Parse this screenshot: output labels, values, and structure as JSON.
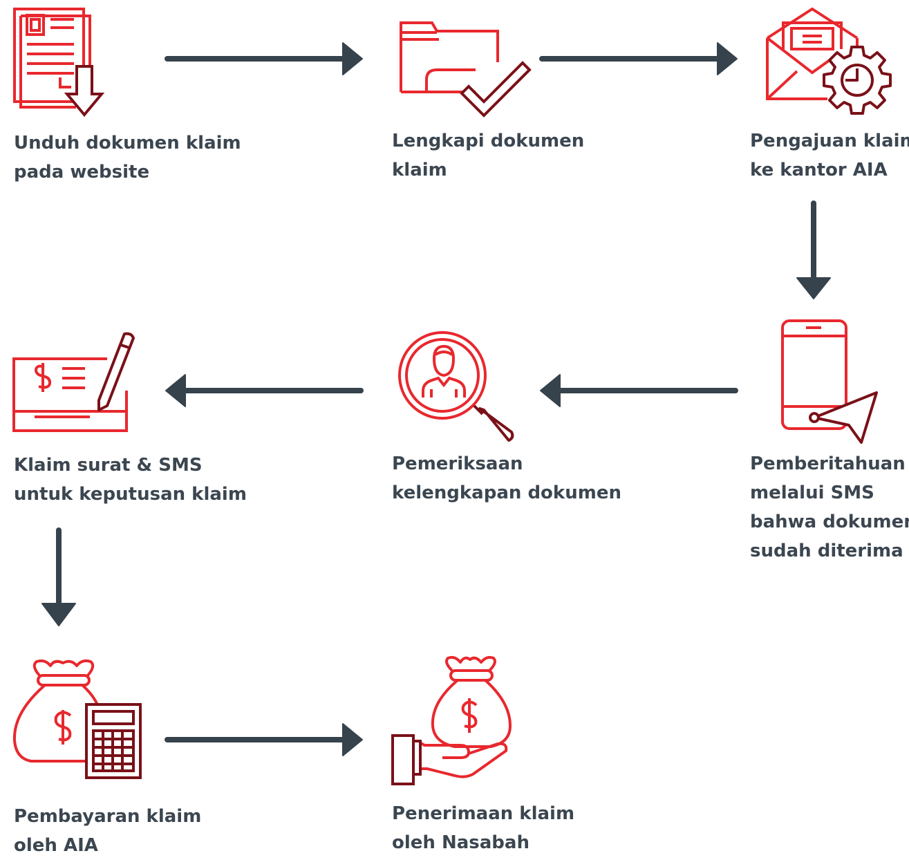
{
  "colors": {
    "red": "#e8282e",
    "dark_red": "#7a1018",
    "arrow": "#36424c",
    "text": "#3b4650"
  },
  "steps": [
    {
      "icon": "document-download-icon",
      "lines": [
        "Unduh dokumen klaim",
        "pada website"
      ]
    },
    {
      "icon": "folder-check-icon",
      "lines": [
        "Lengkapi dokumen",
        "klaim"
      ]
    },
    {
      "icon": "envelope-gear-icon",
      "lines": [
        "Pengajuan klaim",
        "ke kantor AIA"
      ]
    },
    {
      "icon": "phone-send-icon",
      "lines": [
        "Pemberitahuan",
        "melalui SMS",
        "bahwa dokumen",
        "sudah diterima"
      ]
    },
    {
      "icon": "person-magnifier-icon",
      "lines": [
        "Pemeriksaan",
        "kelengkapan dokumen"
      ]
    },
    {
      "icon": "cheque-pen-icon",
      "lines": [
        "Klaim surat & SMS",
        "untuk keputusan klaim"
      ]
    },
    {
      "icon": "money-bag-calculator-icon",
      "lines": [
        "Pembayaran klaim",
        "oleh AIA"
      ]
    },
    {
      "icon": "hand-money-bag-icon",
      "lines": [
        "Penerimaan klaim",
        "oleh Nasabah"
      ]
    }
  ],
  "connectors": [
    {
      "from": "step-1",
      "to": "step-2",
      "direction": "right"
    },
    {
      "from": "step-2",
      "to": "step-3",
      "direction": "right"
    },
    {
      "from": "step-3",
      "to": "step-4",
      "direction": "down"
    },
    {
      "from": "step-4",
      "to": "step-5",
      "direction": "left"
    },
    {
      "from": "step-5",
      "to": "step-6",
      "direction": "left"
    },
    {
      "from": "step-6",
      "to": "step-7",
      "direction": "down"
    },
    {
      "from": "step-7",
      "to": "step-8",
      "direction": "right"
    }
  ]
}
